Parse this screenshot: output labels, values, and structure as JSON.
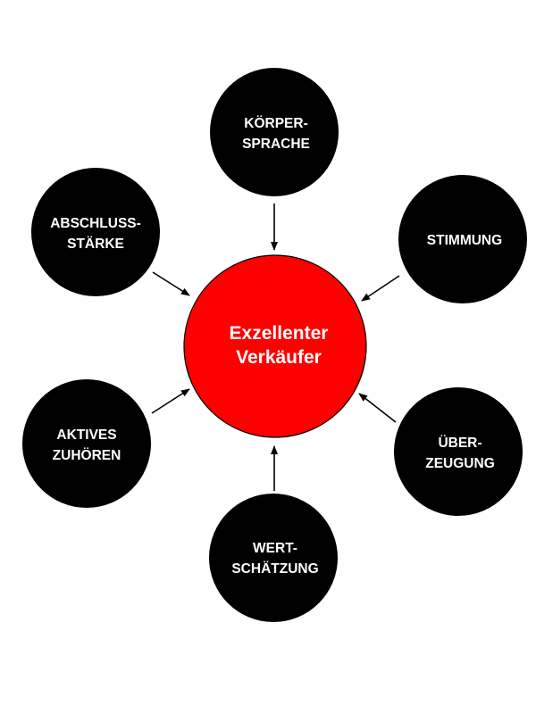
{
  "diagram": {
    "center": {
      "lines": [
        "Exzellenter",
        "Verkäufer"
      ],
      "color": "#ff0000"
    },
    "node_color": "#000000",
    "text_color": "#ffffff",
    "arrow_color": "#000000",
    "nodes": [
      {
        "id": "koerpersprache",
        "lines": [
          "KÖRPER-",
          "SPRACHE"
        ]
      },
      {
        "id": "stimmung",
        "lines": [
          "STIMMUNG"
        ]
      },
      {
        "id": "ueberzeugung",
        "lines": [
          "ÜBER-",
          "ZEUGUNG"
        ]
      },
      {
        "id": "wertschaetzung",
        "lines": [
          "WERT-",
          "SCHÄTZUNG"
        ]
      },
      {
        "id": "aktives-zuhoeren",
        "lines": [
          "AKTIVES",
          "ZUHÖREN"
        ]
      },
      {
        "id": "abschlussstaerke",
        "lines": [
          "ABSCHLUSS-",
          "STÄRKE"
        ]
      }
    ]
  }
}
